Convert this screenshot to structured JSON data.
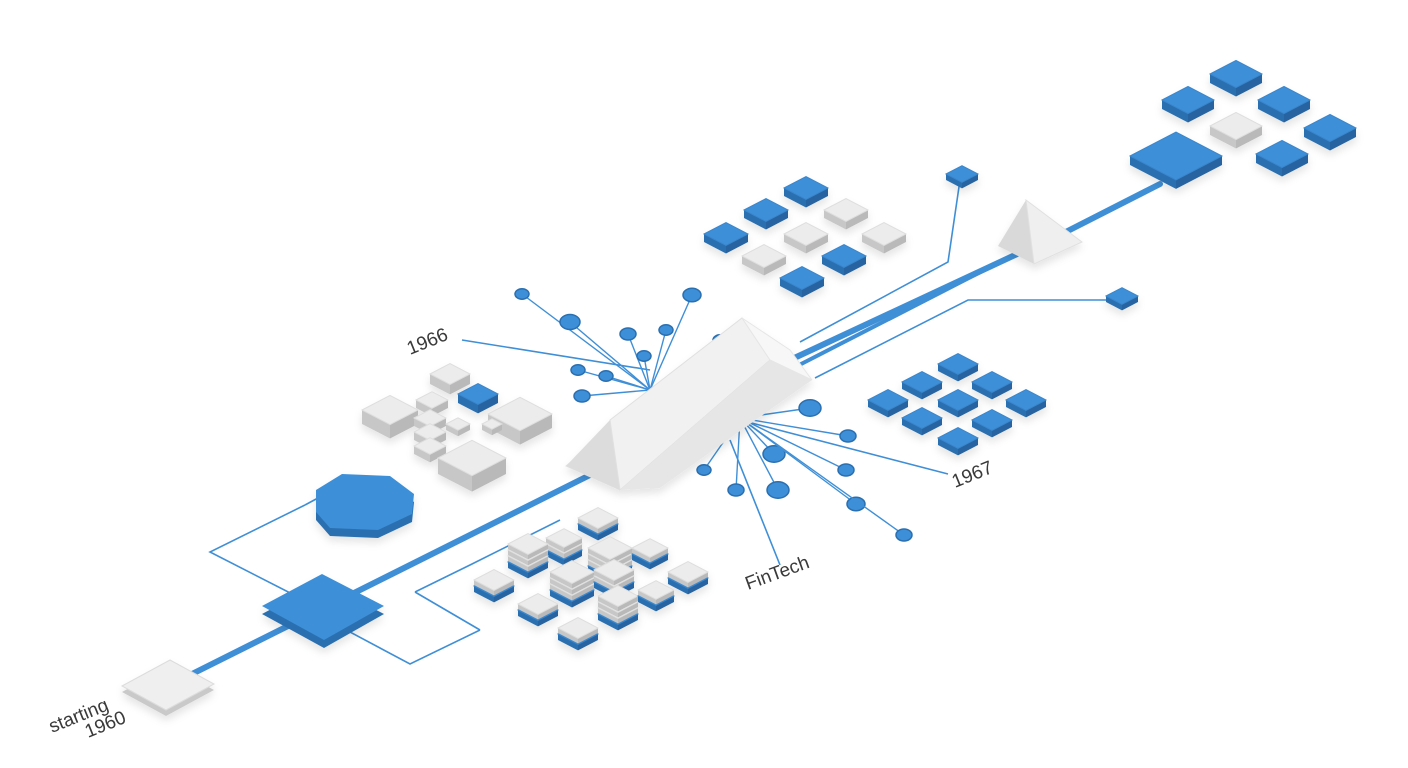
{
  "labels": {
    "start_line1": "starting",
    "start_line2": "1960",
    "year_1966": "1966",
    "year_1967": "1967",
    "fintech": "FinTech"
  },
  "colors": {
    "blue_top": "#3d8fd8",
    "blue_side": "#2a6fb0",
    "gray_top": "#ececec",
    "gray_side": "#c7c7c7",
    "line": "#3f8fd6"
  }
}
